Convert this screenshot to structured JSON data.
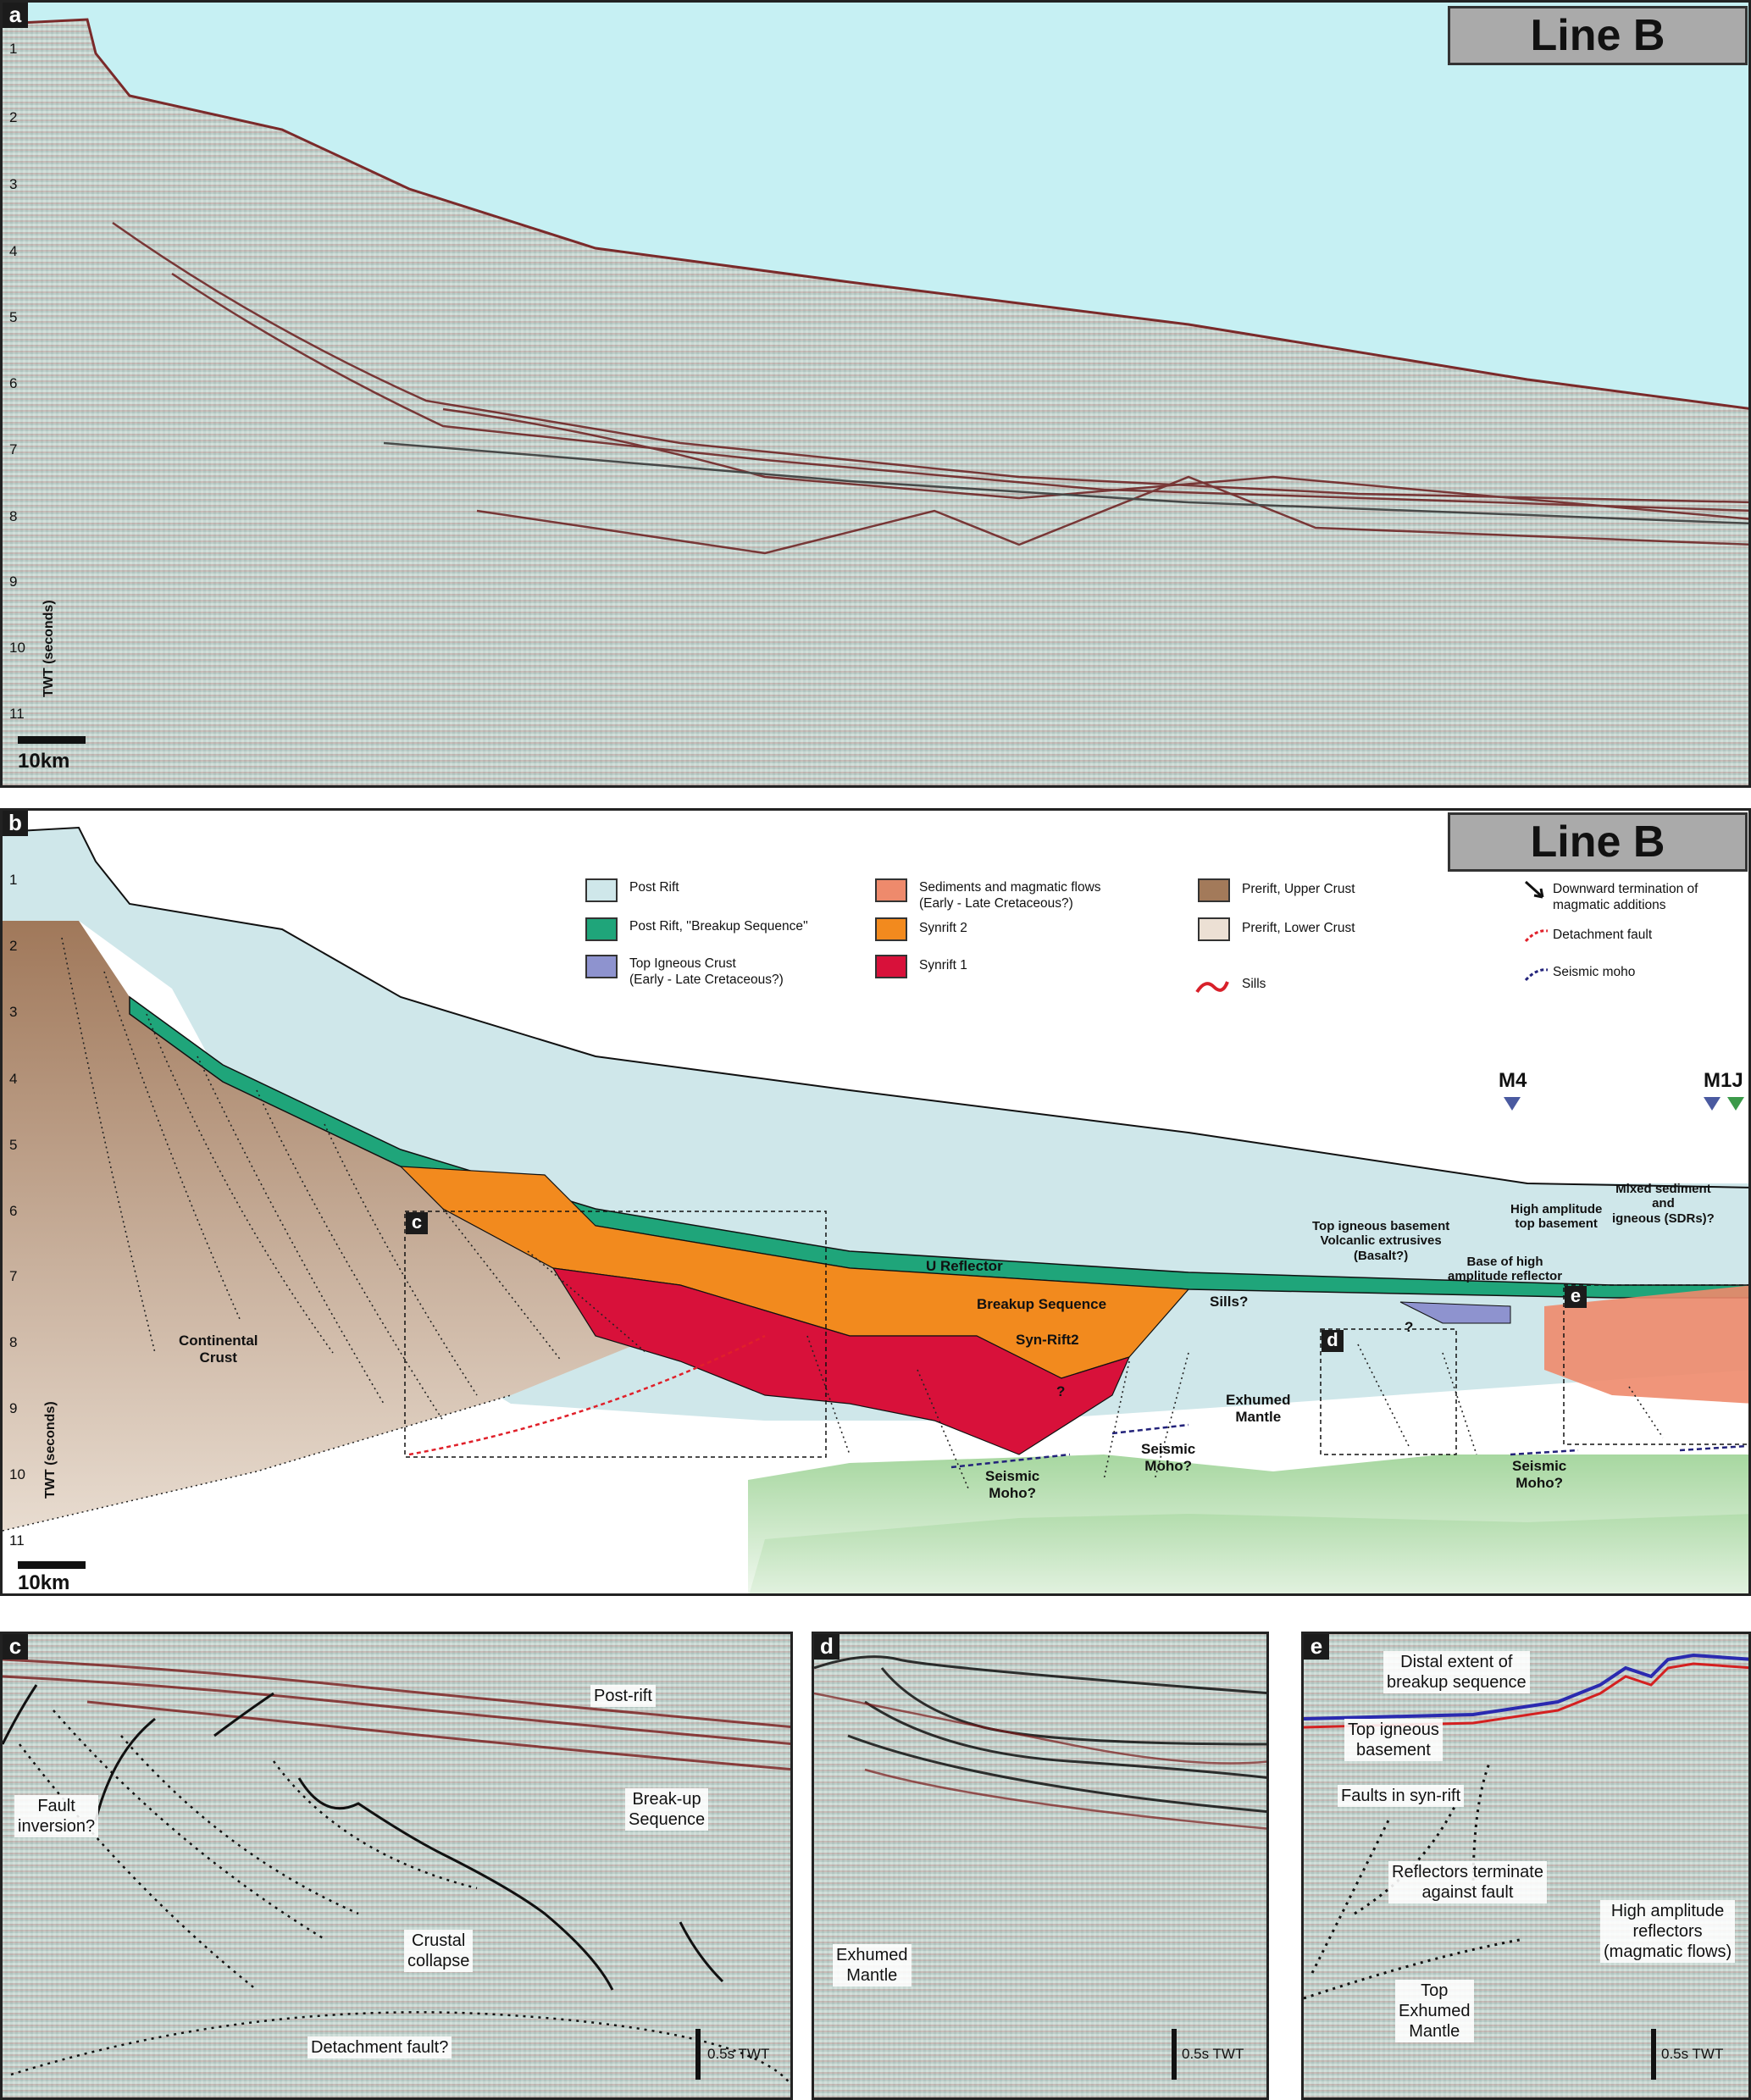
{
  "panel_a": {
    "tag": "a",
    "title": "Line B",
    "ticks": [
      "1",
      "2",
      "3",
      "4",
      "5",
      "6",
      "7",
      "8",
      "9",
      "10",
      "11"
    ],
    "axis_label": "TWT (seconds)",
    "scale": "10km"
  },
  "panel_b": {
    "tag": "b",
    "title": "Line B",
    "ticks": [
      "1",
      "2",
      "3",
      "4",
      "5",
      "6",
      "7",
      "8",
      "9",
      "10",
      "11"
    ],
    "axis_label": "TWT (seconds)",
    "scale": "10km",
    "legend": [
      {
        "label": "Post Rift",
        "color": "#cfe7ea"
      },
      {
        "label": "Post Rift, ''Breakup Sequence''",
        "color": "#1fa57a"
      },
      {
        "label": "Top Igneous Crust\n(Early - Late Cretaceous?)",
        "color": "#8e93cf"
      },
      {
        "label": "Sediments and magmatic flows\n(Early - Late Cretaceous?)",
        "color": "#ee8a6c"
      },
      {
        "label": "Synrift 2",
        "color": "#f28a1e"
      },
      {
        "label": "Synrift 1",
        "color": "#d8113a"
      },
      {
        "label": "Prerift, Upper Crust",
        "color": "#a37a5a"
      },
      {
        "label": "Prerift, Lower Crust",
        "color": "#ece0d4"
      },
      {
        "label": "Sills",
        "color": "#d8202a"
      },
      {
        "label": "Downward termination of\nmagmatic additions",
        "color": "#111111"
      },
      {
        "label": "Detachment fault",
        "color": "#e0202a"
      },
      {
        "label": "Seismic moho",
        "color": "#22227a"
      }
    ],
    "markers": [
      "M4",
      "M1J"
    ],
    "labels": {
      "continental_crust": "Continental\nCrust",
      "u_reflector": "U Reflector",
      "breakup_sequence": "Breakup Sequence",
      "syn_rift2": "Syn-Rift2",
      "sills": "Sills?",
      "exhumed_mantle": "Exhumed\nMantle",
      "seismic_moho_1": "Seismic\nMoho?",
      "seismic_moho_2": "Seismic\nMoho?",
      "seismic_moho_3": "Seismic\nMoho?",
      "top_igneous": "Top igneous basement\nVolcanlic extrusives\n(Basalt?)",
      "base_high_amp": "Base of high\namplitude reflector",
      "high_amp_top": "High amplitude\ntop basement",
      "mixed_sediment": "Mixed sediment\nand\nigneous (SDRs)?",
      "q1": "?",
      "q2": "?"
    },
    "boxes": [
      "c",
      "d",
      "e"
    ]
  },
  "panel_c": {
    "tag": "c",
    "post_rift": "Post-rift",
    "fault_inversion": "Fault\ninversion?",
    "breakup": "Break-up\nSequence",
    "crustal_collapse": "Crustal\ncollapse",
    "detachment": "Detachment fault?",
    "scale": "0.5s TWT"
  },
  "panel_d": {
    "tag": "d",
    "exhumed": "Exhumed\nMantle",
    "scale": "0.5s TWT"
  },
  "panel_e": {
    "tag": "e",
    "distal": "Distal extent of\nbreakup sequence",
    "top_igneous": "Top igneous\nbasement",
    "faults": "Faults in syn-rift",
    "reflectors": "Reflectors terminate\nagainst fault",
    "high_amp": "High amplitude\nreflectors\n(magmatic flows)",
    "top_exhumed": "Top\nExhumed\nMantle",
    "scale": "0.5s TWT"
  }
}
